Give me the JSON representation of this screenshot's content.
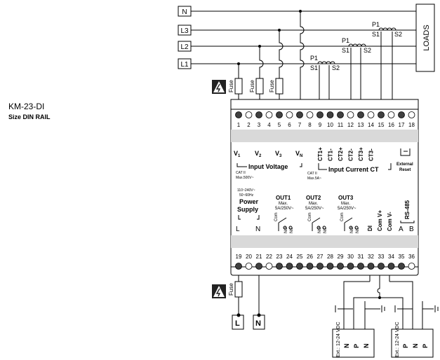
{
  "model": {
    "name": "KM-23-DI",
    "size": "Size DIN RAIL"
  },
  "lines": {
    "n": "N",
    "l3": "L3",
    "l2": "L2",
    "l1": "L1"
  },
  "loads": "LOADS",
  "ct_labels": {
    "primary": "P1",
    "secondary1": "S1",
    "secondary2": "S2"
  },
  "fuse": "Fuse",
  "terminals_top": [
    "1",
    "2",
    "3",
    "4",
    "5",
    "6",
    "7",
    "8",
    "9",
    "10",
    "11",
    "12",
    "13",
    "14",
    "15",
    "16",
    "17",
    "18"
  ],
  "terminals_bottom": [
    "19",
    "20",
    "21",
    "22",
    "23",
    "24",
    "25",
    "26",
    "27",
    "28",
    "29",
    "30",
    "31",
    "32",
    "33",
    "34",
    "35",
    "36"
  ],
  "top_dots_hollow": [
    2,
    4,
    6,
    8,
    12,
    14,
    16,
    18
  ],
  "bottom_dots_hollow": [
    20,
    22,
    36
  ],
  "voltage_inputs": {
    "v1": "V",
    "v1_sub": "1",
    "v2": "V",
    "v2_sub": "2",
    "v3": "V",
    "v3_sub": "3",
    "vn": "V",
    "vn_sub": "N"
  },
  "input_voltage": "Input Voltage",
  "cat_voltage": "CAT II",
  "max_voltage": "Max.500V~",
  "ct_inputs": [
    "CT1+",
    "CT1-",
    "CT2+",
    "CT2-",
    "CT3+",
    "CT3-"
  ],
  "input_current": "Input Current CT",
  "cat_current": "CAT II",
  "max_current": "Max.5A~",
  "external_reset": {
    "line1": "External",
    "line2": "Reset"
  },
  "power_supply": {
    "range1": "110~240V~",
    "range2": "50~60Hz",
    "line1": "Power",
    "line2": "Supply",
    "l": "L",
    "n": "N"
  },
  "outputs": [
    {
      "name": "OUT1",
      "max": "Max.",
      "rating": "5A/250V~",
      "com": "Com",
      "no": "NO",
      "nc": "NC"
    },
    {
      "name": "OUT2",
      "max": "Max.",
      "rating": "5A/250V~",
      "com": "Com",
      "no": "NO",
      "nc": "NC"
    },
    {
      "name": "OUT3",
      "max": "Max.",
      "rating": "5A/250V~",
      "com": "Com",
      "no": "NO",
      "nc": "NC"
    }
  ],
  "di": "DI",
  "com_v_plus": "Com V+",
  "com_v_minus": "Com V-",
  "rs485": {
    "label": "RS-485",
    "a": "A",
    "b": "B"
  },
  "supply_terminals": {
    "l": "L",
    "n": "N"
  },
  "ext_supply": {
    "label": "Ext.: 12-24 VDC",
    "p": "P",
    "n": "N"
  },
  "colors": {
    "line": "#000000",
    "housing": "#ffffff",
    "stripe": "#d9d9d9",
    "dot": "#404040"
  }
}
